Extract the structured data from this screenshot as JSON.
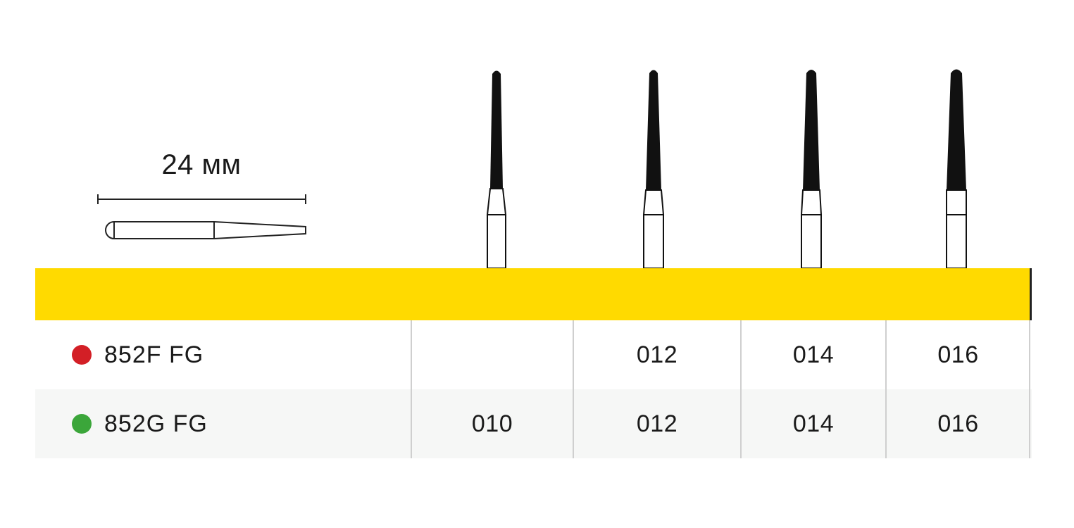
{
  "scale": {
    "label": "24 мм"
  },
  "colors": {
    "band": "#FFDA00",
    "dot_f": "#D31F26",
    "dot_g": "#3BA63A",
    "ink": "#111111"
  },
  "rows": [
    {
      "name": "852F FG",
      "dot_color": "#D31F26",
      "values": [
        "",
        "012",
        "014",
        "016"
      ]
    },
    {
      "name": "852G FG",
      "dot_color": "#3BA63A",
      "values": [
        "010",
        "012",
        "014",
        "016"
      ]
    }
  ],
  "icons": [
    "bur-shank-outline-icon",
    "bur-tip-icon"
  ]
}
